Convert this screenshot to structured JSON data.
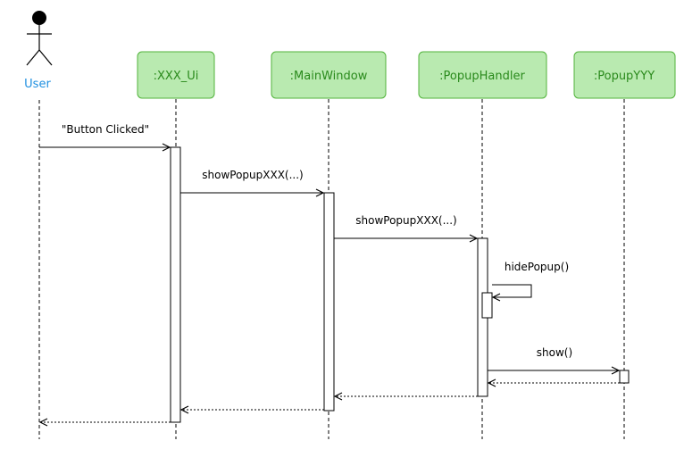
{
  "actor": {
    "label": "User"
  },
  "participants": [
    {
      "key": "xxx_ui",
      "label": ":XXX_Ui"
    },
    {
      "key": "main_window",
      "label": ":MainWindow"
    },
    {
      "key": "popup_handler",
      "label": ":PopupHandler"
    },
    {
      "key": "popup_yyy",
      "label": ":PopupYYY"
    }
  ],
  "messages": [
    {
      "key": "button_clicked",
      "label": "\"Button Clicked\"",
      "from": "User",
      "to": ":XXX_Ui",
      "kind": "call"
    },
    {
      "key": "show_popup_1",
      "label": "showPopupXXX(...)",
      "from": ":XXX_Ui",
      "to": ":MainWindow",
      "kind": "call"
    },
    {
      "key": "show_popup_2",
      "label": "showPopupXXX(...)",
      "from": ":MainWindow",
      "to": ":PopupHandler",
      "kind": "call"
    },
    {
      "key": "hide_popup",
      "label": "hidePopup()",
      "from": ":PopupHandler",
      "to": ":PopupHandler",
      "kind": "self-call"
    },
    {
      "key": "show",
      "label": "show()",
      "from": ":PopupHandler",
      "to": ":PopupYYY",
      "kind": "call"
    },
    {
      "key": "return_show",
      "label": "",
      "from": ":PopupYYY",
      "to": ":PopupHandler",
      "kind": "return"
    },
    {
      "key": "return_handler",
      "label": "",
      "from": ":PopupHandler",
      "to": ":MainWindow",
      "kind": "return"
    },
    {
      "key": "return_main",
      "label": "",
      "from": ":MainWindow",
      "to": ":XXX_Ui",
      "kind": "return"
    },
    {
      "key": "return_ui",
      "label": "",
      "from": ":XXX_Ui",
      "to": "User",
      "kind": "return"
    }
  ],
  "colors": {
    "box_fill": "#b9eab0",
    "box_stroke": "#52b33b",
    "box_text": "#2a8a1c",
    "actor_text": "#1e8fe0",
    "line": "#000000"
  }
}
